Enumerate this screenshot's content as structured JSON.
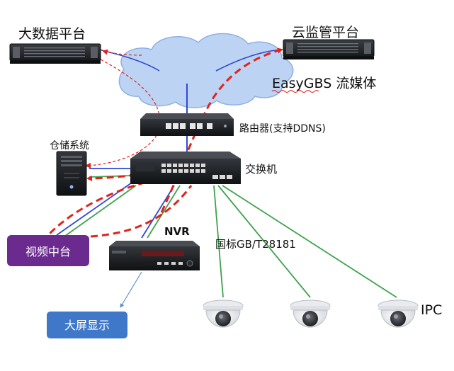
{
  "labels": {
    "big_data": "大数据平台",
    "cloud_mgmt": "云监管平台",
    "easygbs_brand": "EasyGBS",
    "easygbs_suffix": " 流媒体",
    "router": "路由器(支持DDNS)",
    "storage": "仓储系统",
    "switch": "交换机",
    "nvr": "NVR",
    "video_center": "视频中台",
    "protocol": "国标GB/T28181",
    "big_screen": "大屏显示",
    "ipc": "IPC"
  },
  "colors": {
    "blue_line": "#2f49d6",
    "green_line": "#3fa34d",
    "red_dash": "#e0231b",
    "cloud_fill": "#bcd3f3",
    "video_center_fill": "#6a2a8e",
    "big_screen_fill": "#3f78c9"
  },
  "icons": [
    "server-icon",
    "cloud-icon",
    "router-icon",
    "switch-icon",
    "storage-tower-icon",
    "nvr-icon",
    "dome-camera-icon",
    "arrow-icon"
  ]
}
